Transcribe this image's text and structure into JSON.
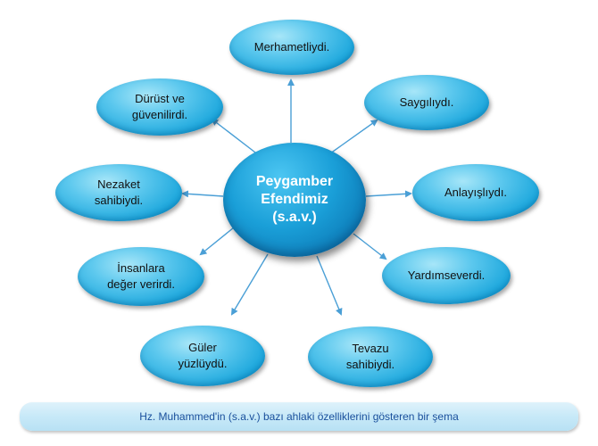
{
  "center": {
    "label": "Peygamber\nEfendimiz\n(s.a.v.)"
  },
  "nodes": [
    {
      "id": "merhametli",
      "label": "Merhametliydi."
    },
    {
      "id": "saygili",
      "label": "Saygılıydı."
    },
    {
      "id": "anlayisli",
      "label": "Anlayışlıydı."
    },
    {
      "id": "yardimsever",
      "label": "Yardımseverdi."
    },
    {
      "id": "tevazu",
      "label": "Tevazu\nsahibiydi."
    },
    {
      "id": "guler-yuzlu",
      "label": "Güler\nyüzlüydü."
    },
    {
      "id": "insanlara-deger",
      "label": "İnsanlara\ndeğer verirdi."
    },
    {
      "id": "nezaket",
      "label": "Nezaket\nsahibiydi."
    },
    {
      "id": "durust",
      "label": "Dürüst ve\ngüvenilirdi."
    }
  ],
  "caption": "Hz. Muhammed'in (s.a.v.) bazı ahlaki özelliklerini gösteren bir şema",
  "colors": {
    "arrow": "#4a9fd6",
    "bubble": "#1aa6dc",
    "center": "#0b76b3",
    "caption_text": "#1a4f9c"
  }
}
